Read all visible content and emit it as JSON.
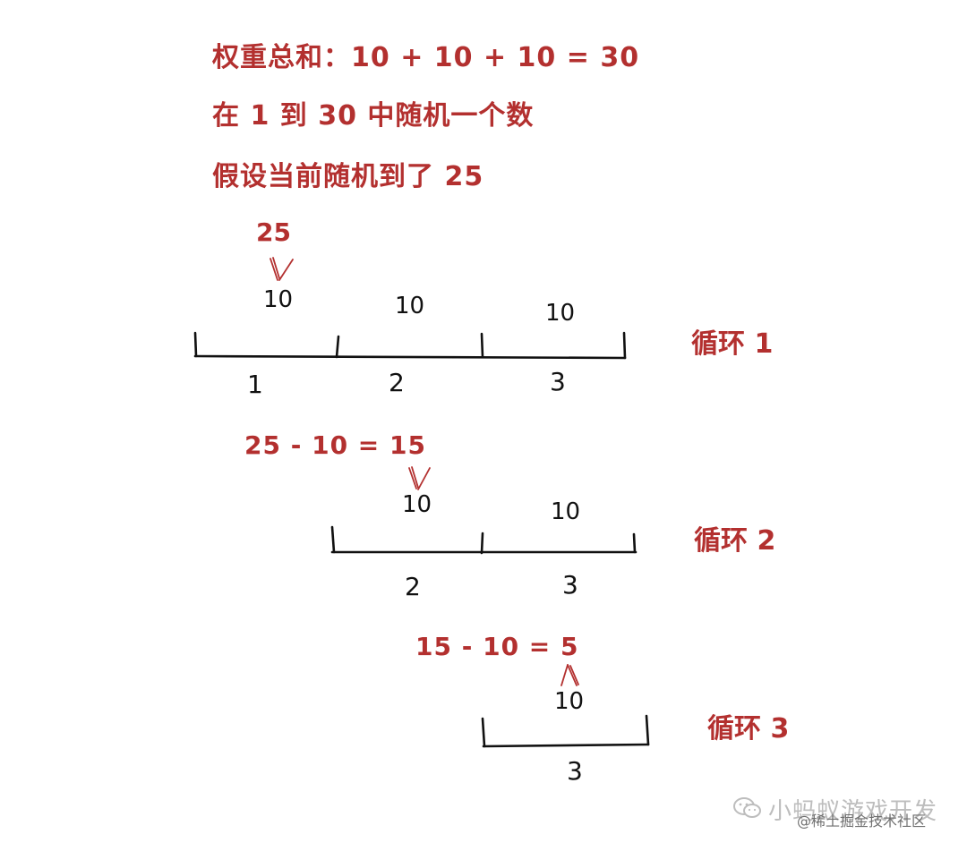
{
  "header": {
    "weight_sum": "权重总和：10 + 10 + 10 = 30",
    "random_range": "在 1 到 30 中随机一个数",
    "assumption": "假设当前随机到了 25"
  },
  "loop1": {
    "pointer_value": "25",
    "arrow": "V",
    "segments": [
      {
        "weight": "10",
        "index": "1"
      },
      {
        "weight": "10",
        "index": "2"
      },
      {
        "weight": "10",
        "index": "3"
      }
    ],
    "label": "循环 1"
  },
  "loop2": {
    "calc": "25 - 10 = 15",
    "arrow": "V",
    "segments": [
      {
        "weight": "10",
        "index": "2"
      },
      {
        "weight": "10",
        "index": "3"
      }
    ],
    "label": "循环 2"
  },
  "loop3": {
    "calc": "15 - 10 = 5",
    "arrow": "^",
    "segments": [
      {
        "weight": "10",
        "index": "3"
      }
    ],
    "label": "循环 3"
  },
  "watermark": {
    "main": "小蚂蚁游戏开发",
    "sub": "@稀土掘金技术社区",
    "icon": "wechat-icon"
  },
  "colors": {
    "red": "#b3302f",
    "black": "#111111"
  }
}
